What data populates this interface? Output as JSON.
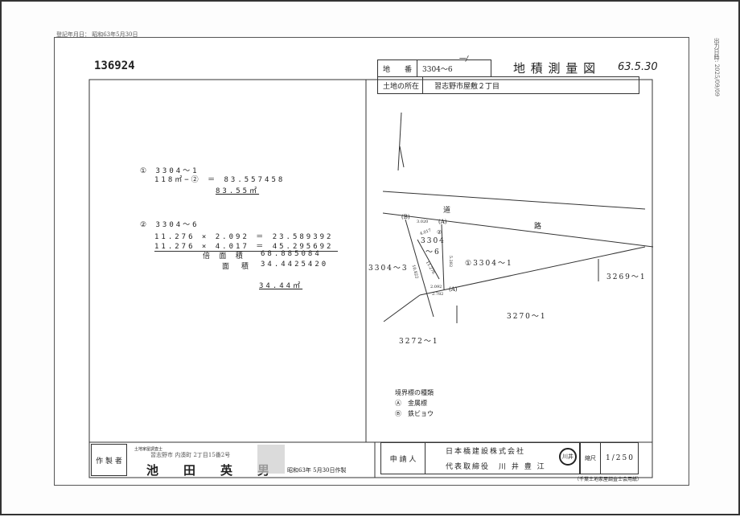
{
  "registration_date": "登記年月日： 昭和63年5月30日",
  "side_stamp": "出力日時: 2025/09/09",
  "doc_number": "136924",
  "header": {
    "lot_label": "地　　番",
    "lot_value": "3304〜6",
    "lot_correction": "一/",
    "title": "地 積 測 量 図",
    "handwritten_date": "63.5.30",
    "location_label": "土地の所在",
    "location_value": "習志野市屋敷２丁目"
  },
  "calc": {
    "c1_title": "① 3304〜1",
    "c1_line": "118㎡−② ＝ 83.557458",
    "c1_result": "83.55㎡",
    "c2_title": "② 3304〜6",
    "c2_line1": "11.276 × 2.092 ＝ 23.589392",
    "c2_line2": "11.276 × 4.017 ＝ 45.295692",
    "c2_double_label": "倍 面 積",
    "c2_double_value": "68.885084",
    "c2_area_label": "面　積",
    "c2_area_value": "34.4425420",
    "c2_result": "34.44㎡"
  },
  "map": {
    "road1": "道",
    "road2": "路",
    "p_b": "(B)",
    "p_a1": "(A)",
    "p_a2": "(A)",
    "lot_num": "②",
    "lot_a": "3304",
    "lot_b": "〜6",
    "d1": "3.020",
    "d2": "4.017",
    "d3": "5.282",
    "d4": "11.276",
    "d5": "10.822",
    "d6": "2.092",
    "d7": "2.782",
    "n1": "3304〜3",
    "n2": "①3304〜1",
    "n3": "3269〜1",
    "n4": "3270〜1",
    "n5": "3272〜1"
  },
  "legend": {
    "title": "境界標の種類",
    "a": "Ⓐ　金属標",
    "b": "Ⓑ　鉄ビョウ"
  },
  "footer": {
    "maker_label": "作 製 者",
    "maker_title": "土地家屋調査士",
    "maker_address": "習志野市 内湊町 2丁目15番2号",
    "maker_name": "池　田　英　男",
    "maker_date": "昭和63年 5月30日作製",
    "applicant_label": "申 請 人",
    "applicant_company": "日本橋建設株式会社",
    "applicant_rep": "代表取締役　川 井 豊 江",
    "seal": "川井",
    "scale_label": "縮尺",
    "scale_value": "1/250",
    "paper_note": "（千葉土地家屋調査士会用紙）"
  }
}
